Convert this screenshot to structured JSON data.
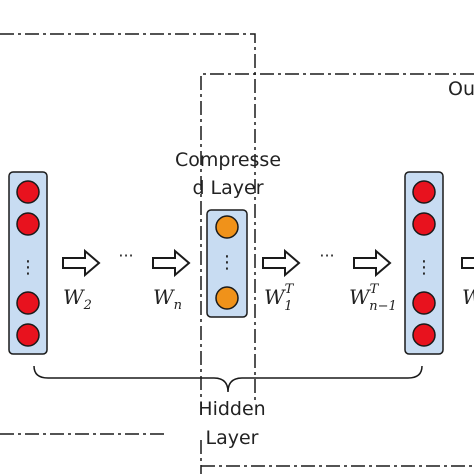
{
  "labels": {
    "compressed_line1": "Compresse",
    "compressed_line2": "d Layer",
    "hidden_line1": "Hidden",
    "hidden_line2": "Layer",
    "output_partial": "Ou",
    "ellipsis": "···",
    "vdots": "⋮"
  },
  "weights": {
    "w2": {
      "base": "W",
      "sub": "2",
      "sup": ""
    },
    "wn": {
      "base": "W",
      "sub": "n",
      "sup": ""
    },
    "w1t": {
      "base": "W",
      "sub": "1",
      "sup": "T"
    },
    "wn1t": {
      "base": "W",
      "sub": "n−1",
      "sup": "T"
    },
    "w_partial": {
      "base": "W",
      "sub": "",
      "sup": ""
    }
  },
  "colors": {
    "node_red": "#e8121e",
    "node_orange": "#f0921a",
    "column_fill": "#c8dcf2",
    "stroke": "#1a1a1a"
  }
}
